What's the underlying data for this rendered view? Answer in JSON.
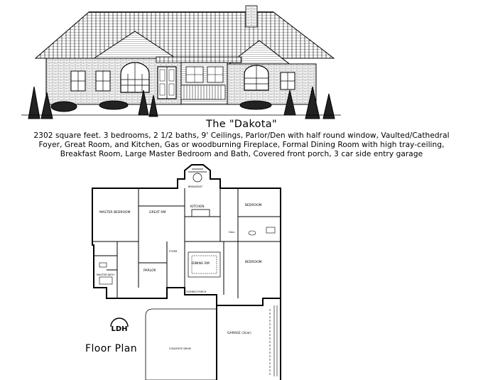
{
  "title": "The \"Dakota\"",
  "description_line1": "2302 square feet. 3 bedrooms, 2 1/2 baths, 9' Ceilings, Parlor/Den with half round window, Vaulted/Cathedral",
  "description_line2": "Foyer, Great Room, and Kitchen, Gas or woodburning Fireplace,  Formal Dining Room with high tray-ceiling,",
  "description_line3": "Breakfast Room, Large Master Bedroom and Bath, Covered front porch, 3 car side entry garage",
  "floor_plan_label": "Floor Plan",
  "logo_text": "LDH",
  "rooms": {
    "master_bedroom": "MASTER BEDROOM",
    "great_rm": "GREAT RM",
    "kitchen": "KITCHEN",
    "breakfast": "BREAKFAST",
    "bedroom_1": "BEDROOM",
    "bedroom_2": "BEDROOM",
    "master_bath": "MASTER BATH",
    "parlor": "PARLOR",
    "dining_rm": "DINING RM",
    "foyer": "FOYER",
    "covered_porch": "COVERED PORCH",
    "garage": "GARAGE (3car)",
    "concrete_drive": "CONCRETE DRIVE",
    "hall": "HALL"
  }
}
